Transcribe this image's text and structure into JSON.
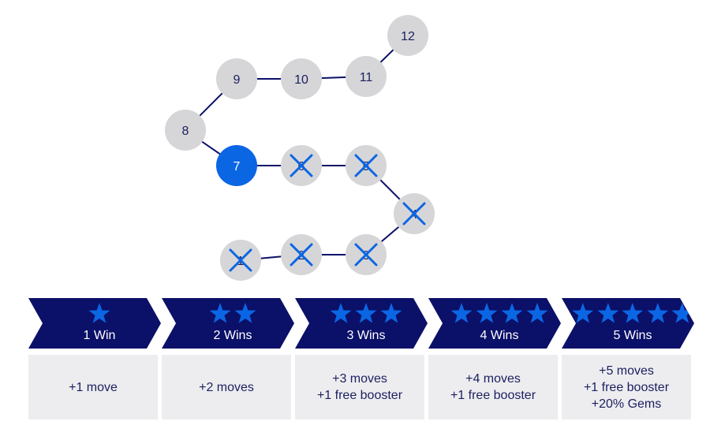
{
  "colors": {
    "banner": "#0b1068",
    "star": "#0b66e4",
    "node_fill": "#d6d6d8",
    "node_current": "#0b66e4",
    "connector": "#0b1068",
    "cross": "#0b66e4",
    "reward_bg": "#ededf0",
    "text_dark": "#1b1f5e"
  },
  "levels": [
    {
      "label": "1",
      "state": "completed"
    },
    {
      "label": "2",
      "state": "completed"
    },
    {
      "label": "3",
      "state": "completed"
    },
    {
      "label": "4",
      "state": "completed"
    },
    {
      "label": "5",
      "state": "completed"
    },
    {
      "label": "6",
      "state": "completed"
    },
    {
      "label": "7",
      "state": "current"
    },
    {
      "label": "8",
      "state": "upcoming"
    },
    {
      "label": "9",
      "state": "upcoming"
    },
    {
      "label": "10",
      "state": "upcoming"
    },
    {
      "label": "11",
      "state": "upcoming"
    },
    {
      "label": "12",
      "state": "upcoming"
    }
  ],
  "tiers": [
    {
      "stars": 1,
      "label": "1 Win",
      "rewards": [
        "+1 move"
      ]
    },
    {
      "stars": 2,
      "label": "2 Wins",
      "rewards": [
        "+2 moves"
      ]
    },
    {
      "stars": 3,
      "label": "3 Wins",
      "rewards": [
        "+3 moves",
        "+1 free booster"
      ]
    },
    {
      "stars": 4,
      "label": "4 Wins",
      "rewards": [
        "+4 moves",
        "+1 free booster"
      ]
    },
    {
      "stars": 5,
      "label": "5 Wins",
      "rewards": [
        "+5 moves",
        "+1 free booster",
        "+20% Gems"
      ]
    }
  ]
}
